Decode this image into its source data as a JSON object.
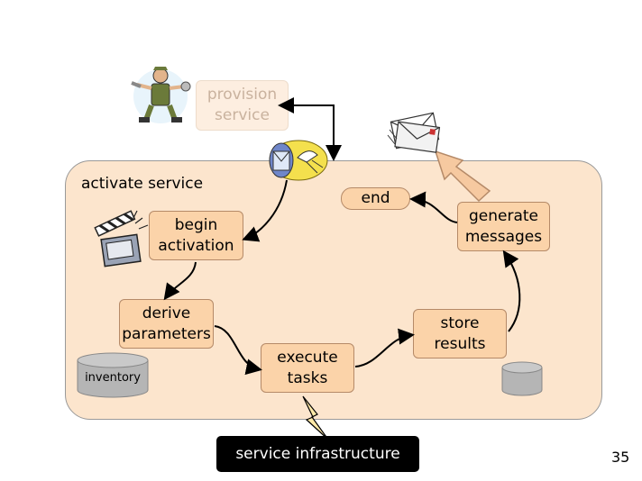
{
  "diagram": {
    "container_label": "activate service",
    "provision_service": "provision\nservice",
    "nodes": {
      "begin": "begin\nactivation",
      "derive": "derive\nparameters",
      "execute": "execute\ntasks",
      "store": "store\nresults",
      "generate": "generate\nmessages",
      "end": "end"
    },
    "inventory_label": "inventory",
    "infrastructure_label": "service infrastructure"
  },
  "page_number": "35",
  "colors": {
    "container_fill": "#fce5cd",
    "box_fill": "#fbd3a9",
    "box_border": "#b58a68",
    "database_fill": "#b5b5b5",
    "infrastructure_fill": "#000000",
    "big_arrow_fill": "#f6c9a0",
    "lightning_fill": "#ffe9a8"
  },
  "icons": [
    "mechanic-clipart",
    "envelope-bird-clipart",
    "clapperboard-icon",
    "mail-letters-icon",
    "database-icon",
    "lightning-bolt-icon"
  ]
}
